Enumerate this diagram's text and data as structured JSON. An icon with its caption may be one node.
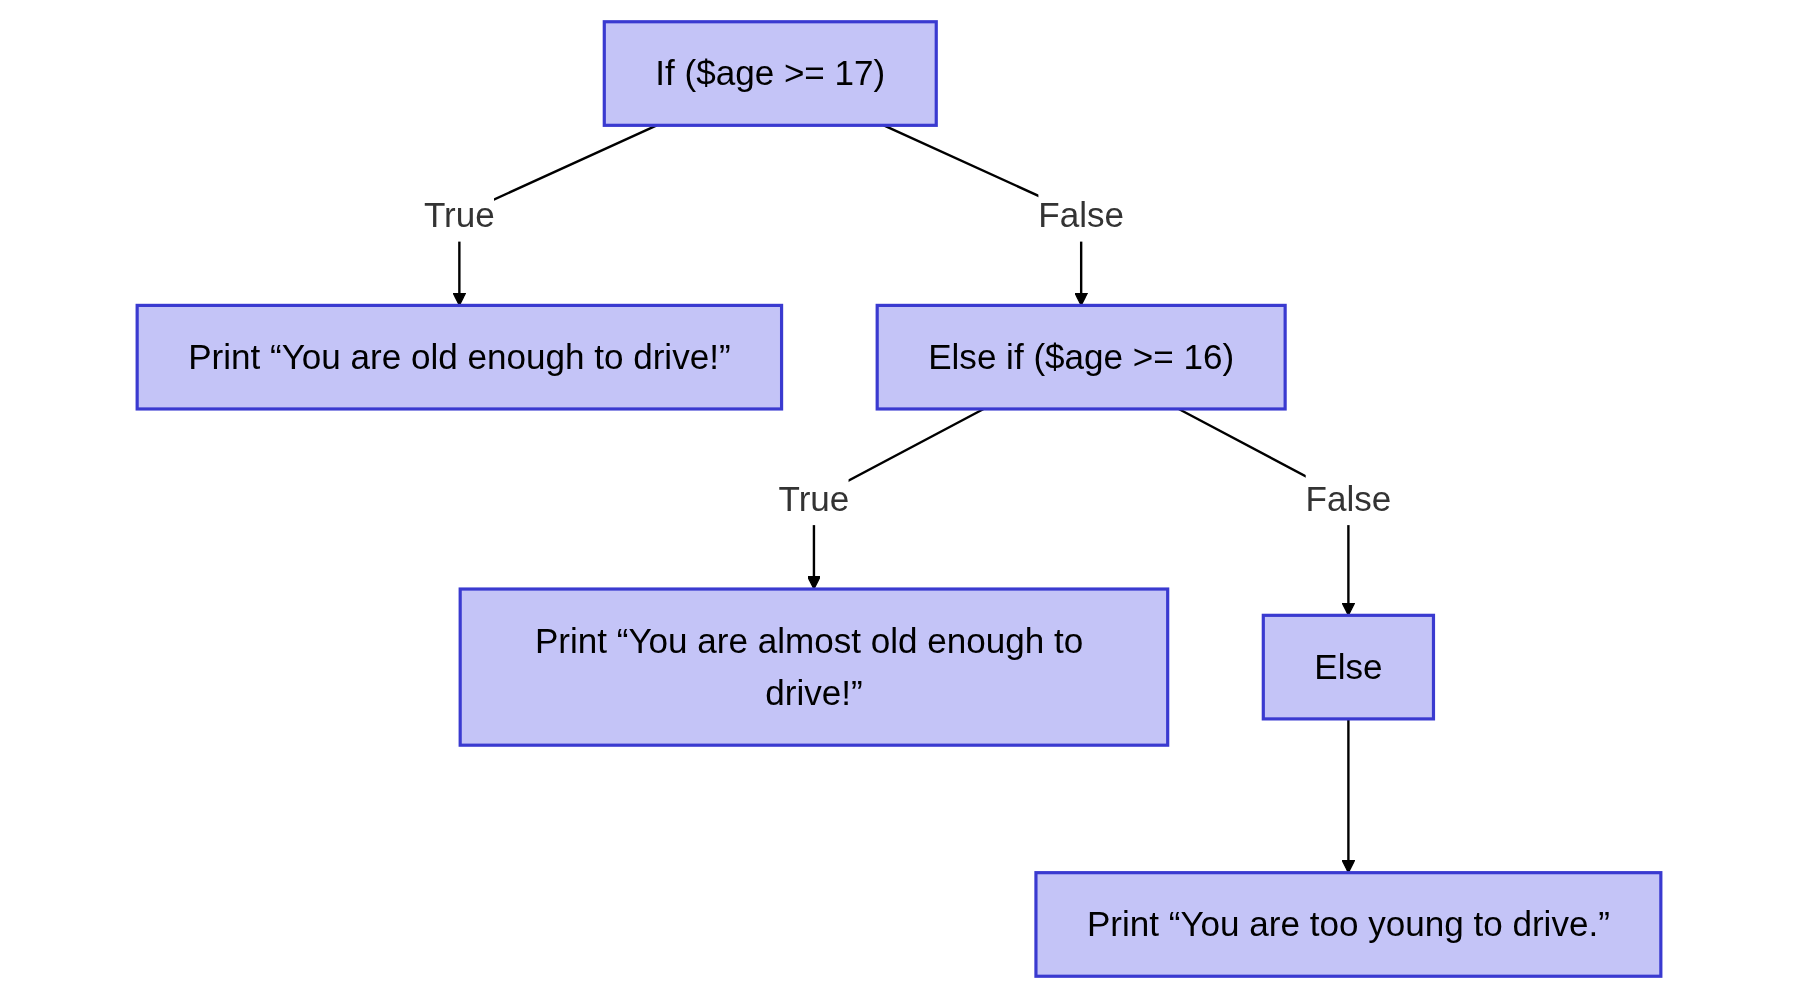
{
  "diagram": {
    "nodes": [
      {
        "text": [
          "If ($age >= 17)"
        ]
      },
      {
        "text": [
          "Print “You are old enough to drive!”"
        ]
      },
      {
        "text": [
          "Else if ($age >= 16)"
        ]
      },
      {
        "text": [
          "Print “You are almost old enough to drive!”"
        ]
      },
      {
        "text": [
          "Else"
        ]
      },
      {
        "text": [
          "Print “You are too young to drive.”"
        ]
      }
    ],
    "edges": [
      {
        "from": 0,
        "to": 1,
        "arrow": "to",
        "label": "True"
      },
      {
        "from": 0,
        "to": 2,
        "arrow": "to",
        "label": "False"
      },
      {
        "from": 2,
        "to": 3,
        "arrow": "to",
        "label": "True"
      },
      {
        "from": 2,
        "to": 4,
        "arrow": "to",
        "label": "False"
      },
      {
        "from": 4,
        "to": 5,
        "arrow": "to"
      }
    ]
  }
}
